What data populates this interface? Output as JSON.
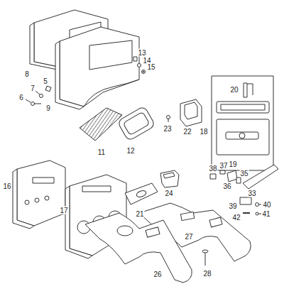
{
  "diagram": {
    "labels": [
      "8",
      "9",
      "6",
      "7",
      "5",
      "13",
      "14",
      "15",
      "11",
      "12",
      "20",
      "18",
      "19",
      "23",
      "22",
      "16",
      "17",
      "21",
      "24",
      "38",
      "37",
      "36",
      "35",
      "33",
      "39",
      "40",
      "41",
      "42",
      "26",
      "27",
      "28"
    ]
  }
}
